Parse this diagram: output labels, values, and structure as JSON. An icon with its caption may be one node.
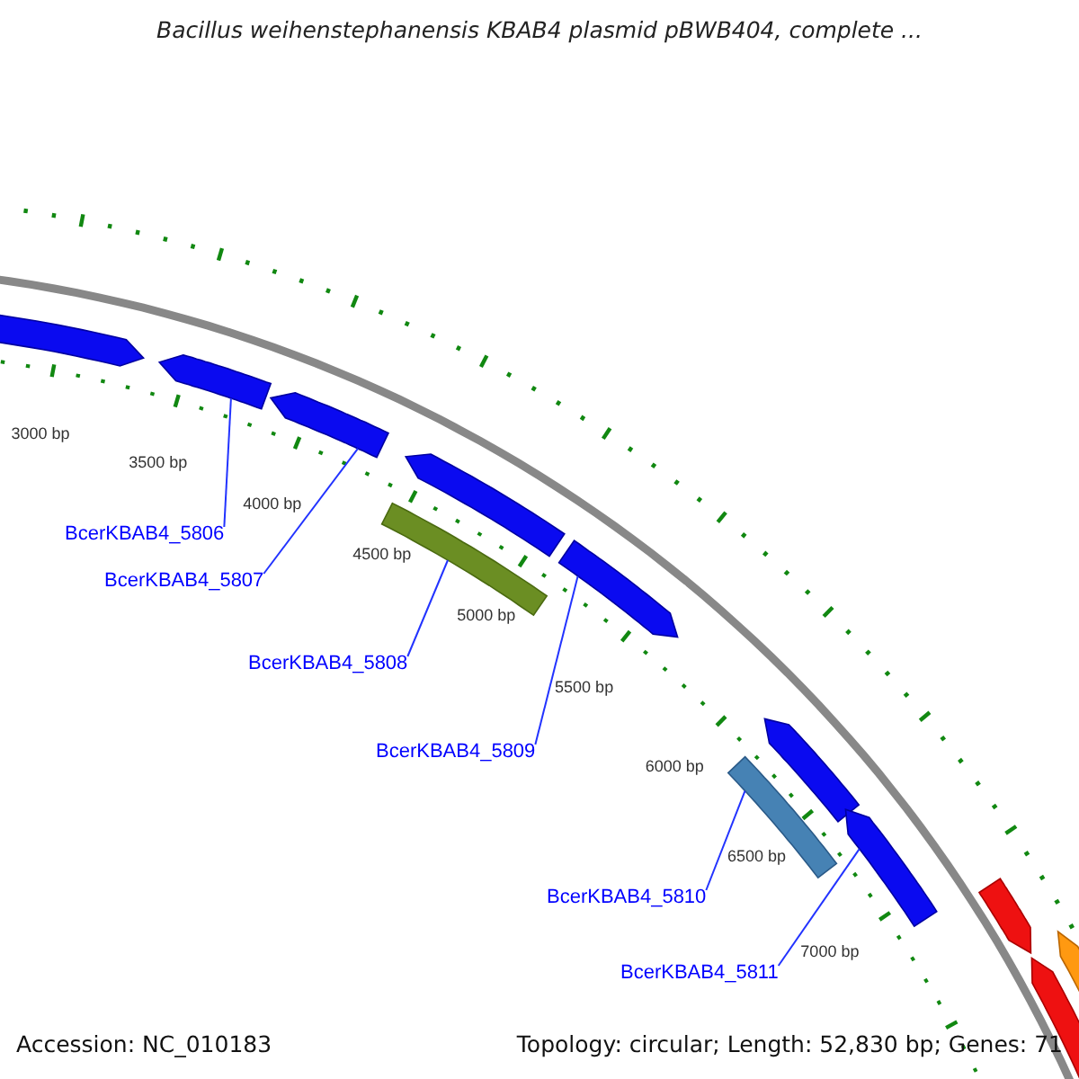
{
  "diagram": {
    "title": "Bacillus weihenstephanensis KBAB4 plasmid pBWB404, complete ...",
    "nodes": [
      {
        "text": [],
        "shape": "arrow"
      },
      {
        "text": [],
        "shape": "arrow"
      },
      {
        "text": [],
        "shape": "arrow"
      },
      {
        "text": [
          "BcerKBAB4_5806"
        ]
      },
      {
        "text": [
          "BcerKBAB4_5807"
        ]
      },
      {
        "text": [],
        "shape": "arrow"
      },
      {
        "text": [],
        "shape": "bar"
      },
      {
        "text": [
          "BcerKBAB4_5808"
        ]
      },
      {
        "text": [],
        "shape": "arrow"
      },
      {
        "text": [
          "BcerKBAB4_5809"
        ]
      },
      {
        "text": [],
        "shape": "arrow"
      },
      {
        "text": [],
        "shape": "bar"
      },
      {
        "text": [],
        "shape": "arrow"
      },
      {
        "text": [
          "BcerKBAB4_5810"
        ]
      },
      {
        "text": [
          "BcerKBAB4_5811"
        ]
      },
      {
        "text": [],
        "shape": "arrow"
      },
      {
        "text": [],
        "shape": "arrow"
      },
      {
        "text": [],
        "shape": "arrow"
      }
    ],
    "edges": [
      {
        "from": 3,
        "to": 1,
        "arrow": "none"
      },
      {
        "from": 4,
        "to": 2,
        "arrow": "none"
      },
      {
        "from": 7,
        "to": 6,
        "arrow": "none"
      },
      {
        "from": 9,
        "to": 8,
        "arrow": "none"
      },
      {
        "from": 13,
        "to": 11,
        "arrow": "none"
      },
      {
        "from": 14,
        "to": 12,
        "arrow": "none"
      }
    ],
    "labels": [
      "3000 bp",
      "3500 bp",
      "4000 bp",
      "4500 bp",
      "5000 bp",
      "5500 bp",
      "6000 bp",
      "6500 bp",
      "7000 bp",
      "Accession: NC_010183",
      "Topology: circular; Length: 52,830 bp; Genes: 71"
    ]
  }
}
